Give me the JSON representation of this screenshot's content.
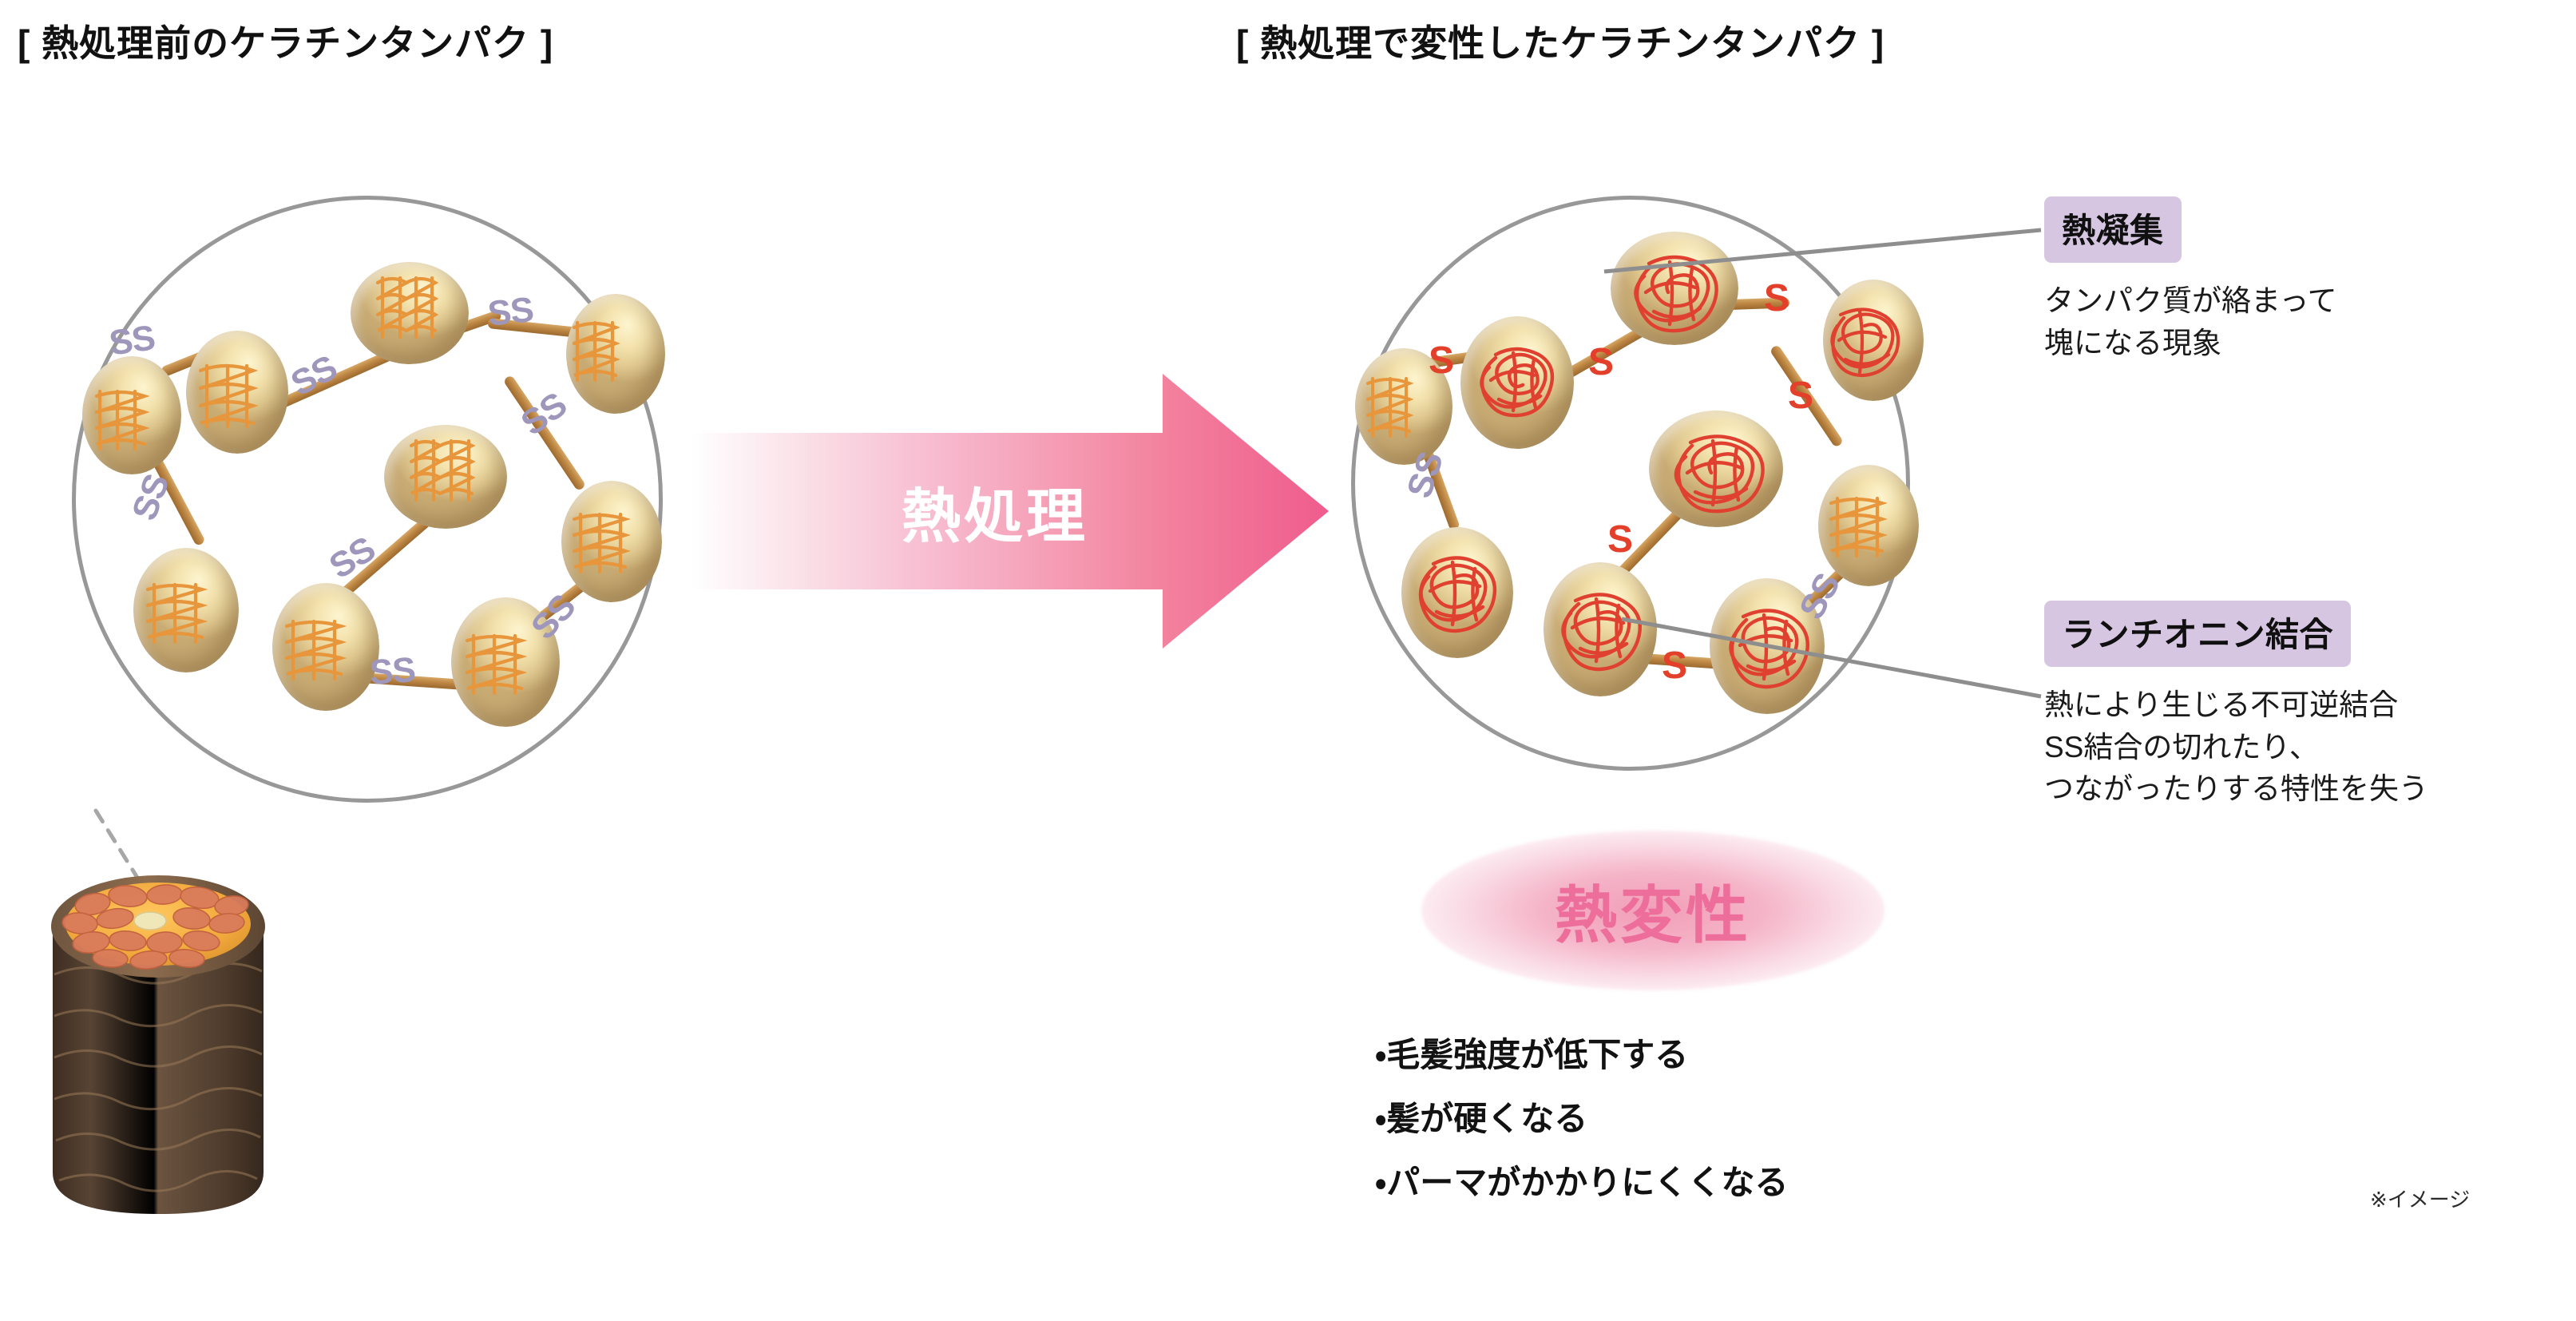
{
  "panels": {
    "left": {
      "title": "[ 熱処理前のケラチンタンパク ]"
    },
    "right": {
      "title": "[ 熱処理で変性したケラチンタンパク ]"
    }
  },
  "arrow": {
    "label": "熱処理",
    "color_start": "#ffffff",
    "color_end": "#f0608f"
  },
  "left_circle": {
    "bond_label": "SS",
    "bond_label_color": "#9e96bb",
    "globule_color": "#f2e2ac",
    "coil_color": "#e8963c",
    "coil_state": "ordered-helix",
    "globule_count": 9,
    "bond_count": 8,
    "bonds": [
      {
        "label": "SS",
        "type": "disulfide"
      },
      {
        "label": "SS",
        "type": "disulfide"
      },
      {
        "label": "SS",
        "type": "disulfide"
      },
      {
        "label": "SS",
        "type": "disulfide"
      },
      {
        "label": "SS",
        "type": "disulfide"
      },
      {
        "label": "SS",
        "type": "disulfide"
      },
      {
        "label": "SS",
        "type": "disulfide"
      },
      {
        "label": "SS",
        "type": "disulfide"
      }
    ]
  },
  "right_circle": {
    "globule_color": "#f2e2ac",
    "coil_color_denatured": "#e0402f",
    "coil_color_intact": "#e8963c",
    "coil_state": "tangled-aggregate",
    "globule_count": 9,
    "bond_count": 8,
    "lanthionine_label": "S",
    "lanthionine_color": "#e2402a",
    "disulfide_label": "SS",
    "disulfide_color": "#9e96bb",
    "bonds": [
      {
        "label": "S",
        "type": "lanthionine"
      },
      {
        "label": "S",
        "type": "lanthionine"
      },
      {
        "label": "S",
        "type": "lanthionine"
      },
      {
        "label": "S",
        "type": "lanthionine"
      },
      {
        "label": "S",
        "type": "lanthionine"
      },
      {
        "label": "S",
        "type": "lanthionine"
      },
      {
        "label": "SS",
        "type": "disulfide"
      },
      {
        "label": "SS",
        "type": "disulfide"
      }
    ]
  },
  "callouts": [
    {
      "badge": "熱凝集",
      "badge_bg": "#d6c6e2",
      "lines": [
        "タンパク質が絡まって",
        "塊になる現象"
      ]
    },
    {
      "badge": "ランチオニン結合",
      "badge_bg": "#d6c6e2",
      "lines": [
        "熱により生じる不可逆結合",
        "SS結合の切れたり、",
        "つながったりする特性を失う"
      ]
    }
  ],
  "denaturation": {
    "label": "熱変性",
    "color": "#ee6e9b",
    "glow_color": "#f0a0bd"
  },
  "effects": {
    "items": [
      "・毛髪強度が低下する",
      "・髪が硬くなる",
      "・パーマがかかりにくくなる"
    ]
  },
  "hair_fiber": {
    "cuticle_color": "#4a382a",
    "cortex_color": "#f0a93f",
    "cortex_cell_color": "#d9775a",
    "medulla_color": "#efe4b4"
  },
  "footnote": {
    "text": "※イメージ"
  }
}
